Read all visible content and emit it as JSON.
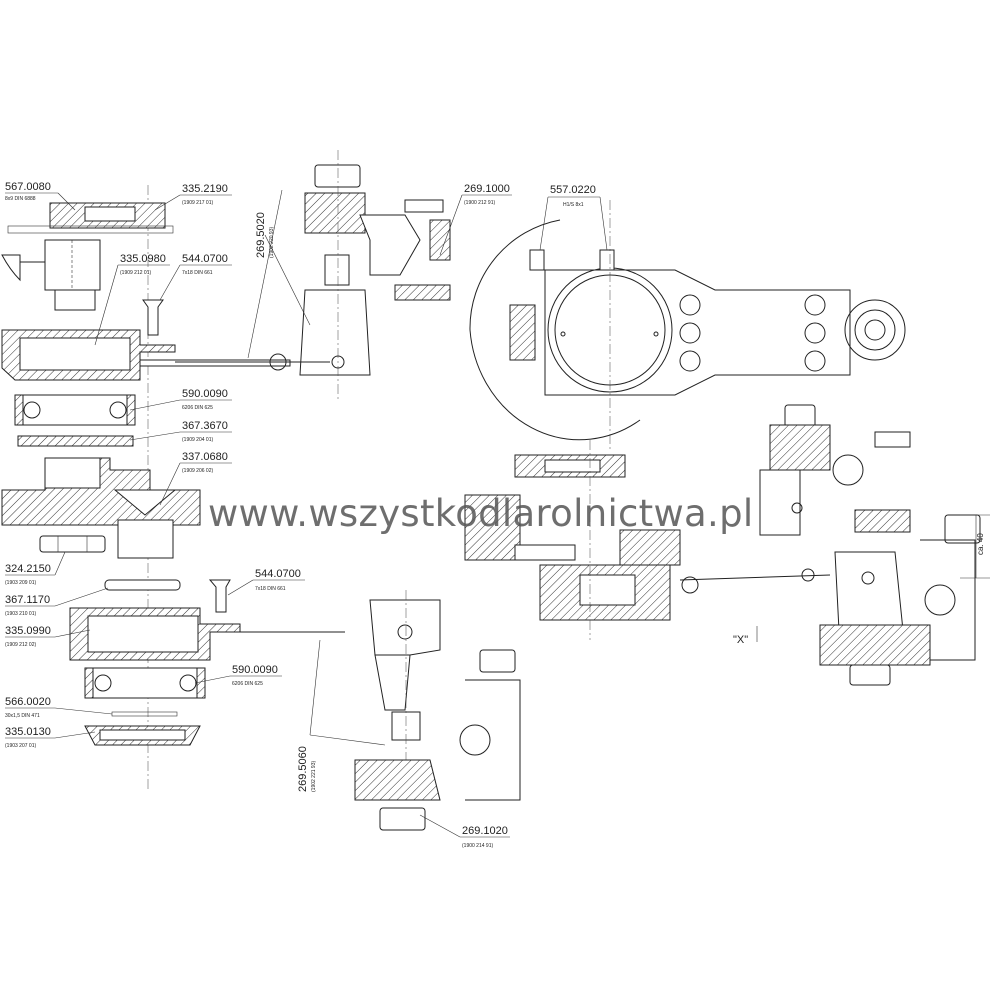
{
  "drawing": {
    "watermark": "www.wszystkodlarolnictwa.pl",
    "view_label": "\"X\"",
    "dimension": "ca. 40",
    "fitting_note": "H1/S 8x1"
  },
  "parts": [
    {
      "id": "567-0080",
      "number": "567.0080",
      "spec": "8x9 DIN 6888"
    },
    {
      "id": "335-2190",
      "number": "335.2190",
      "spec": "(1909 217 01)"
    },
    {
      "id": "335-0980",
      "number": "335.0980",
      "spec": "(1909 212 01)"
    },
    {
      "id": "544-0700-a",
      "number": "544.0700",
      "spec": "7x18 DIN 661"
    },
    {
      "id": "269-5020",
      "number": "269.5020",
      "spec": "(1902 220 93)"
    },
    {
      "id": "269-1000",
      "number": "269.1000",
      "spec": "(1900 212 91)"
    },
    {
      "id": "557-0220",
      "number": "557.0220",
      "spec": ""
    },
    {
      "id": "590-0090-a",
      "number": "590.0090",
      "spec": "6206 DIN 625"
    },
    {
      "id": "367-3670",
      "number": "367.3670",
      "spec": "(1909 204 01)"
    },
    {
      "id": "337-0680",
      "number": "337.0680",
      "spec": "(1909 206 02)"
    },
    {
      "id": "324-2150",
      "number": "324.2150",
      "spec": "(1903 209 01)"
    },
    {
      "id": "544-0700-b",
      "number": "544.0700",
      "spec": "7x18 DIN 661"
    },
    {
      "id": "367-1170",
      "number": "367.1170",
      "spec": "(1903 210 01)"
    },
    {
      "id": "335-0990",
      "number": "335.0990",
      "spec": "(1909 212 02)"
    },
    {
      "id": "590-0090-b",
      "number": "590.0090",
      "spec": "6206 DIN 625"
    },
    {
      "id": "566-0020",
      "number": "566.0020",
      "spec": "30x1,5 DIN 471"
    },
    {
      "id": "335-0130",
      "number": "335.0130",
      "spec": "(1903 207 01)"
    },
    {
      "id": "269-5060",
      "number": "269.5060",
      "spec": "(1902 221 93)"
    },
    {
      "id": "269-1020",
      "number": "269.1020",
      "spec": "(1900 214 91)"
    }
  ]
}
